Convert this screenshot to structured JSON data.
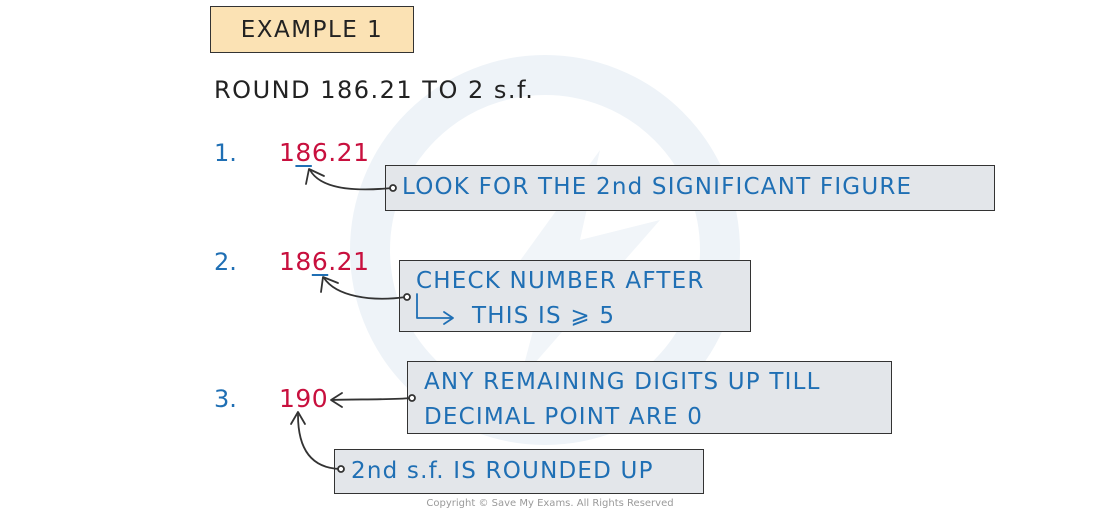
{
  "example_label": "EXAMPLE 1",
  "question": "ROUND 186.21 TO 2 s.f.",
  "steps": [
    {
      "number": "1.",
      "value_before": "1",
      "value_highlight": "8",
      "value_after": "6.21",
      "note_lines": [
        "LOOK FOR THE 2nd SIGNIFICANT FIGURE"
      ]
    },
    {
      "number": "2.",
      "value_before": "18",
      "value_highlight": "6",
      "value_after": ".21",
      "note_lines": [
        "CHECK NUMBER AFTER",
        "THIS IS ⩾ 5"
      ]
    },
    {
      "number": "3.",
      "value_before": "190",
      "value_highlight": "",
      "value_after": "",
      "note_lines": [
        "ANY REMAINING DIGITS UP TILL",
        "DECIMAL POINT ARE 0"
      ],
      "extra_note": "2nd s.f. IS ROUNDED UP"
    }
  ],
  "copyright": "Copyright © Save My Exams. All Rights Reserved",
  "colors": {
    "step_number": "#1f6fb4",
    "value": "#c8103e",
    "note_fill": "#e3e6ea",
    "example_fill": "#fbe2b4"
  }
}
